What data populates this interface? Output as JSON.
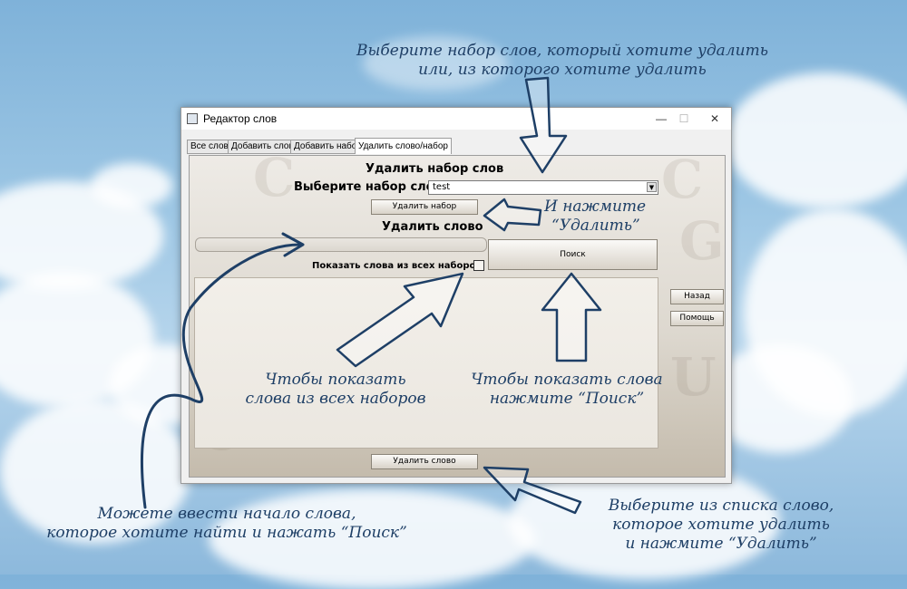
{
  "window": {
    "title": "Редактор слов",
    "minimize": "—",
    "maximize": "☐",
    "close": "✕"
  },
  "tabs": [
    {
      "label": "Все слова"
    },
    {
      "label": "Добавить слово"
    },
    {
      "label": "Добавить набор"
    },
    {
      "label": "Удалить слово/набор"
    }
  ],
  "form": {
    "delete_set_heading": "Удалить набор слов",
    "choose_set_label": "Выберите набор слов",
    "set_select_value": "test",
    "delete_set_button": "Удалить набор",
    "delete_word_heading": "Удалить слово",
    "search_input_value": "",
    "search_button": "Поиск",
    "show_all_sets_label": "Показать слова из всех наборов",
    "show_all_sets_checked": false,
    "delete_word_button": "Удалить слово",
    "back_button": "Назад",
    "help_button": "Помощь"
  },
  "annotations": {
    "top_line1": "Выберите набор слов, который хотите удалить",
    "top_line2": "или, из которого хотите удалить",
    "press_line1": "И нажмите",
    "press_line2": "“Удалить”",
    "show_all_line1": "Чтобы показать",
    "show_all_line2": "слова из всех наборов",
    "search_hint_line1": "Чтобы показать слова",
    "search_hint_line2": "нажмите “Поиск”",
    "input_hint_line1": "Можете ввести начало слова,",
    "input_hint_line2": "которое хотите найти и нажать “Поиск”",
    "list_hint_line1": "Выберите из списка слово,",
    "list_hint_line2": "которое хотите удалить",
    "list_hint_line3": "и нажмите “Удалить”"
  },
  "colors": {
    "annotation_ink": "#1e3f66",
    "sky": "#8db9dc"
  }
}
